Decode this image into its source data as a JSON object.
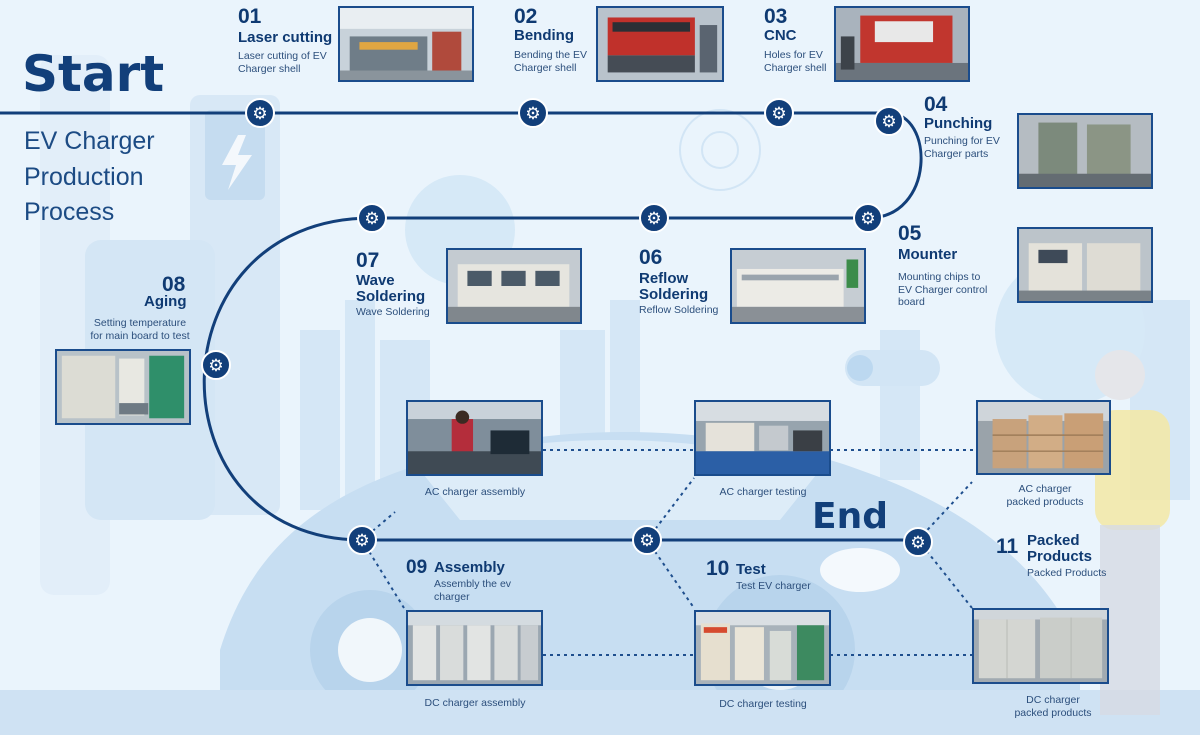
{
  "header": {
    "start_label": "Start",
    "subtitle_lines": [
      "EV Charger",
      "Production",
      "Process"
    ],
    "end_label": "End"
  },
  "colors": {
    "path": "#123f7a",
    "title": "#123f7a",
    "background": "#eaf4fc",
    "photo_border": "#1a4c8c"
  },
  "node_icon": "gear-icon",
  "steps": [
    {
      "num": "01",
      "name": "Laser cutting",
      "desc": [
        "Laser cutting of EV",
        "Charger shell"
      ]
    },
    {
      "num": "02",
      "name": "Bending",
      "desc": [
        "Bending the EV",
        "Charger shell"
      ]
    },
    {
      "num": "03",
      "name": "CNC",
      "desc": [
        "Holes for EV",
        "Charger shell"
      ]
    },
    {
      "num": "04",
      "name": "Punching",
      "desc": [
        "Punching for EV",
        "Charger parts"
      ]
    },
    {
      "num": "05",
      "name": "Mounter",
      "desc": [
        "Mounting chips to",
        "EV Charger control",
        "board"
      ]
    },
    {
      "num": "06",
      "name_lines": [
        "Reflow",
        "Soldering"
      ],
      "desc": [
        "Reflow Soldering"
      ]
    },
    {
      "num": "07",
      "name_lines": [
        "Wave",
        "Soldering"
      ],
      "desc": [
        "Wave Soldering"
      ]
    },
    {
      "num": "08",
      "name": "Aging",
      "desc": [
        "Setting temperature",
        "for main board to test"
      ]
    },
    {
      "num": "09",
      "name": "Assembly",
      "desc": [
        "Assembly the ev",
        "charger"
      ]
    },
    {
      "num": "10",
      "name": "Test",
      "desc": [
        "Test  EV charger"
      ]
    },
    {
      "num": "11",
      "name_lines": [
        "Packed",
        "Products"
      ],
      "desc": [
        "Packed Products"
      ]
    }
  ],
  "captions": {
    "ac_assembly": "AC charger assembly",
    "ac_testing": "AC charger testing",
    "ac_packed": [
      "AC charger",
      "packed products"
    ],
    "dc_assembly": "DC charger assembly",
    "dc_testing": "DC charger testing",
    "dc_packed": [
      "DC charger",
      "packed products"
    ]
  }
}
